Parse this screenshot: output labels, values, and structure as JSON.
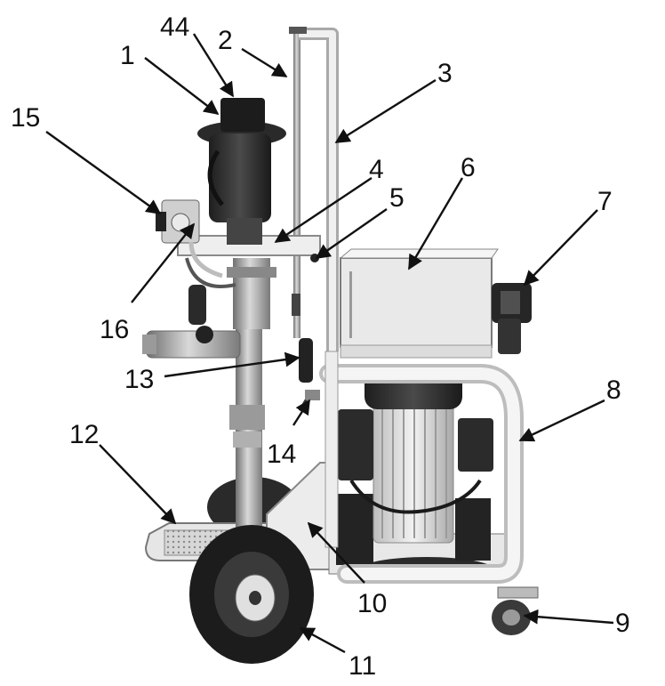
{
  "callouts": [
    {
      "id": "1",
      "label": "1"
    },
    {
      "id": "44",
      "label": "44"
    },
    {
      "id": "2",
      "label": "2"
    },
    {
      "id": "3",
      "label": "3"
    },
    {
      "id": "4",
      "label": "4"
    },
    {
      "id": "5",
      "label": "5"
    },
    {
      "id": "6",
      "label": "6"
    },
    {
      "id": "7",
      "label": "7"
    },
    {
      "id": "8",
      "label": "8"
    },
    {
      "id": "9",
      "label": "9"
    },
    {
      "id": "10",
      "label": "10"
    },
    {
      "id": "11",
      "label": "11"
    },
    {
      "id": "12",
      "label": "12"
    },
    {
      "id": "13",
      "label": "13"
    },
    {
      "id": "14",
      "label": "14"
    },
    {
      "id": "15",
      "label": "15"
    },
    {
      "id": "16",
      "label": "16"
    }
  ]
}
